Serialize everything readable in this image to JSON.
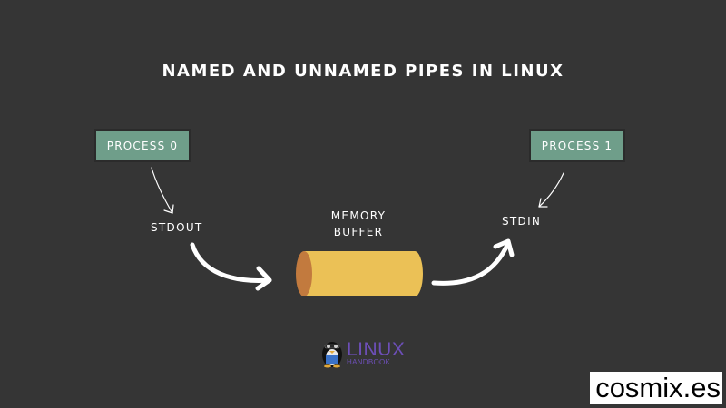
{
  "title": "NAMED AND UNNAMED PIPES IN LINUX",
  "nodes": {
    "process0": "PROCESS 0",
    "process1": "PROCESS 1",
    "stdout": "STDOUT",
    "stdin": "STDIN",
    "buffer_line1": "MEMORY",
    "buffer_line2": "BUFFER"
  },
  "logo": {
    "main": "LINUX",
    "sub": "HANDBOOK"
  },
  "watermark": "cosmix.es",
  "colors": {
    "background": "#353535",
    "process_box": "#6f9e8a",
    "buffer_body": "#ebc156",
    "buffer_end": "#c27a3e",
    "logo": "#6d4fb8"
  }
}
